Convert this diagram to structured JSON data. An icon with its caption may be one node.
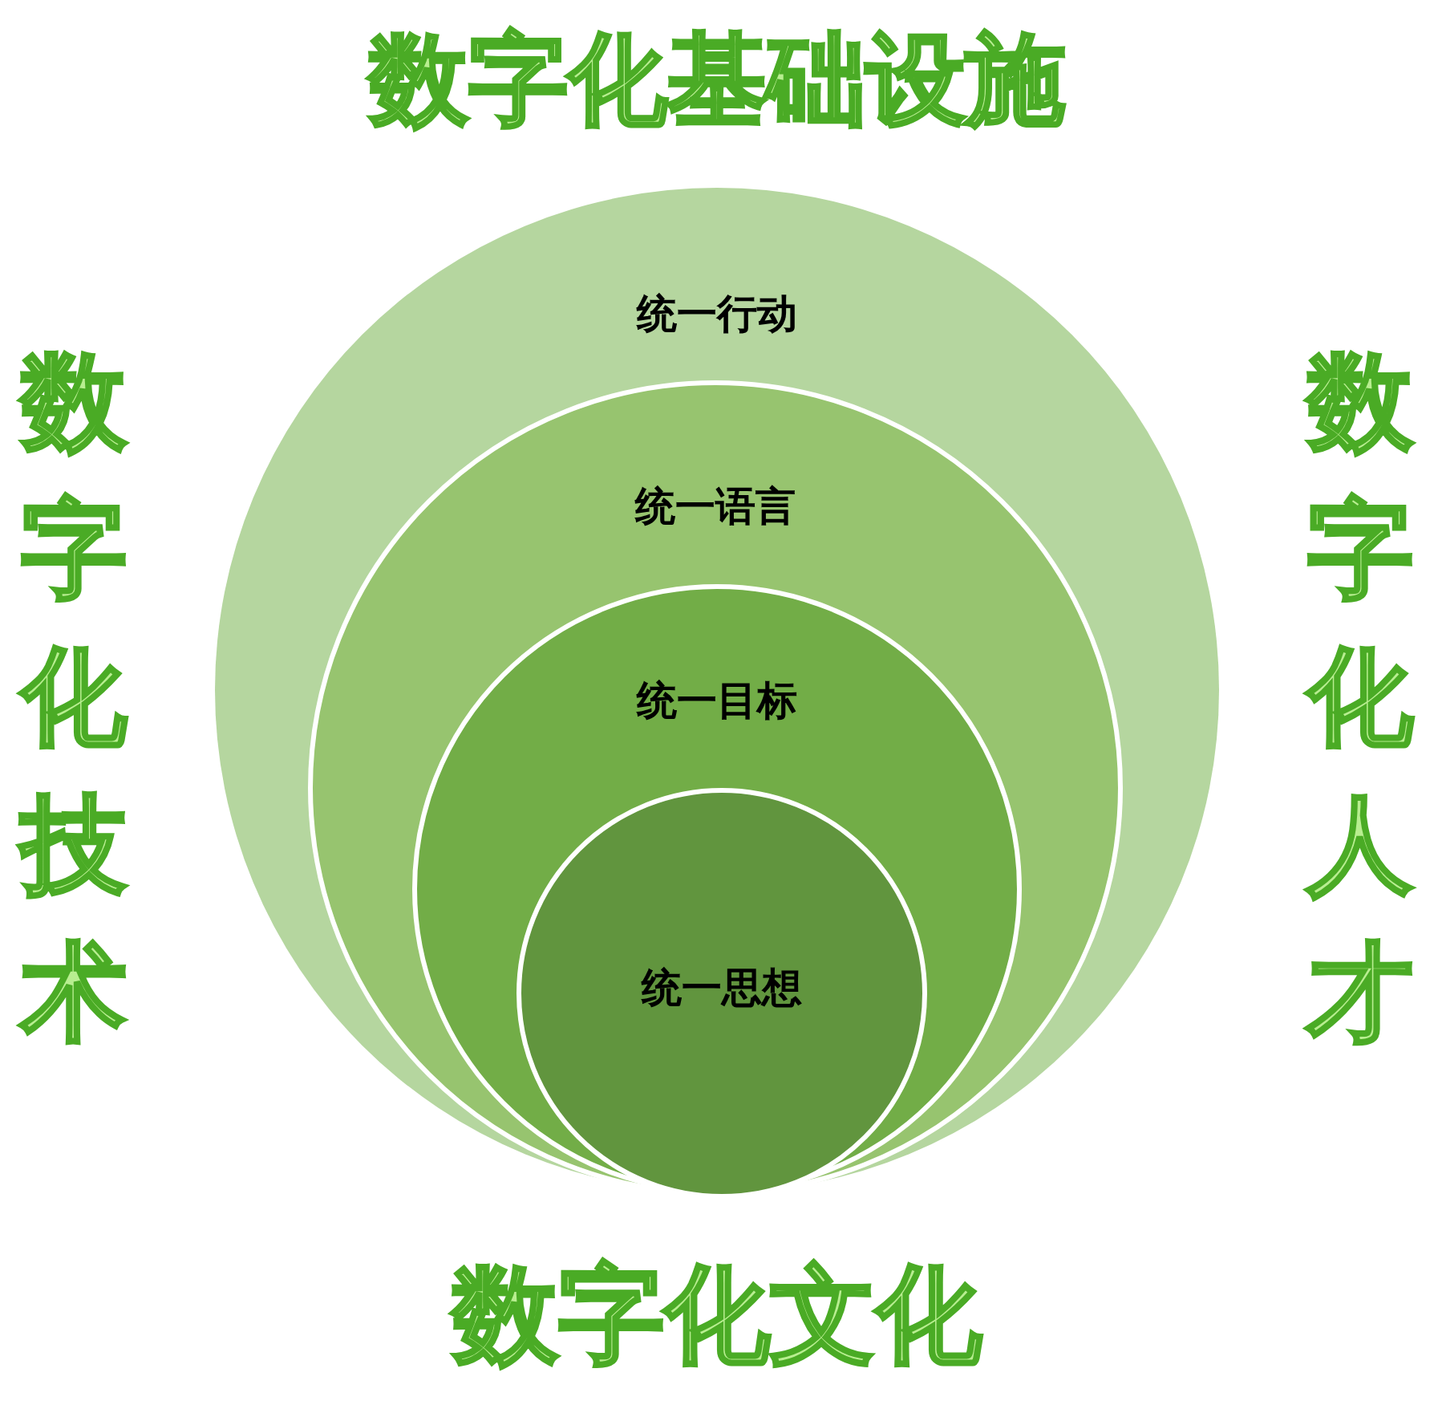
{
  "diagram": {
    "nodes": [
      {
        "text": [
          "统一行动"
        ]
      },
      {
        "text": [
          "统一语言"
        ],
        "in": 0
      },
      {
        "text": [
          "统一目标"
        ],
        "in": 1
      },
      {
        "text": [
          "统一思想"
        ],
        "in": 2
      }
    ],
    "labels": [
      "数字化基础设施",
      "数字化技术",
      "数字化人才",
      "数字化文化"
    ]
  }
}
